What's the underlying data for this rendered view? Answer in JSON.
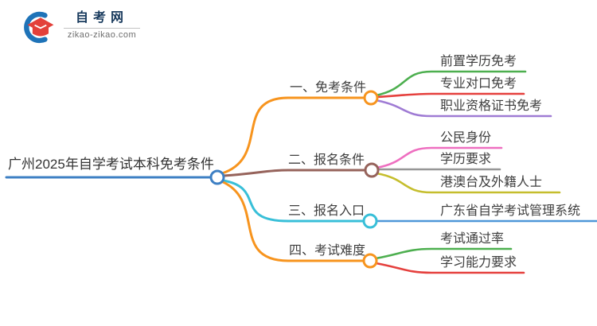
{
  "logo": {
    "icon": "graduation-cap-logo-icon",
    "title": "自考网",
    "domain": "zikao-zikao.com",
    "brand_blue": "#1E73B8",
    "brand_red": "#E3403A"
  },
  "mindmap": {
    "root": {
      "label": "广州2025年自学考试本科免考条件",
      "color": "#3E80C4"
    },
    "branches": [
      {
        "label": "一、免考条件",
        "color": "#F7941E",
        "children": [
          {
            "label": "前置学历免考",
            "color": "#4DAF4F"
          },
          {
            "label": "专业对口免考",
            "color": "#E5403D"
          },
          {
            "label": "职业资格证书免考",
            "color": "#9F7BD4"
          }
        ]
      },
      {
        "label": "二、报名条件",
        "color": "#96635B",
        "children": [
          {
            "label": "公民身份",
            "color": "#EE6FC0"
          },
          {
            "label": "学历要求",
            "color": "#969696"
          },
          {
            "label": "港澳台及外籍人士",
            "color": "#C5BE2D"
          }
        ]
      },
      {
        "label": "三、报名入口",
        "color": "#38BFD8",
        "children": [
          {
            "label": "广东省自学考试管理系统",
            "color": "#4E97D8"
          }
        ]
      },
      {
        "label": "四、考试难度",
        "color": "#F7941E",
        "children": [
          {
            "label": "考试通过率",
            "color": "#4DAF4F"
          },
          {
            "label": "学习能力要求",
            "color": "#E5403D"
          }
        ]
      }
    ]
  }
}
